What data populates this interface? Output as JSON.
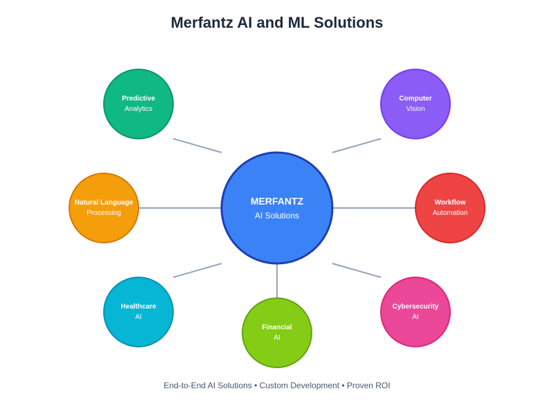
{
  "title": "Merfantz AI and ML Solutions",
  "center": {
    "line1": "MERFANTZ",
    "line2": "AI Solutions",
    "fill": "#3b82f6",
    "stroke": "#1e40af"
  },
  "nodes": [
    {
      "line1": "Predictive",
      "line2": "Analytics",
      "fill": "#10b981",
      "stroke": "#059669"
    },
    {
      "line1": "Computer",
      "line2": "Vision",
      "fill": "#8b5cf6",
      "stroke": "#7c3aed"
    },
    {
      "line1": "Natural Language",
      "line2": "Processing",
      "fill": "#f59e0b",
      "stroke": "#d97706"
    },
    {
      "line1": "Workflow",
      "line2": "Automation",
      "fill": "#ef4444",
      "stroke": "#dc2626"
    },
    {
      "line1": "Healthcare",
      "line2": "AI",
      "fill": "#06b6d4",
      "stroke": "#0891b2"
    },
    {
      "line1": "Financial",
      "line2": "AI",
      "fill": "#84cc16",
      "stroke": "#65a30d"
    },
    {
      "line1": "Cybersecurity",
      "line2": "AI",
      "fill": "#ec4899",
      "stroke": "#db2777"
    }
  ],
  "footer": "End-to-End AI Solutions • Custom Development • Proven ROI"
}
